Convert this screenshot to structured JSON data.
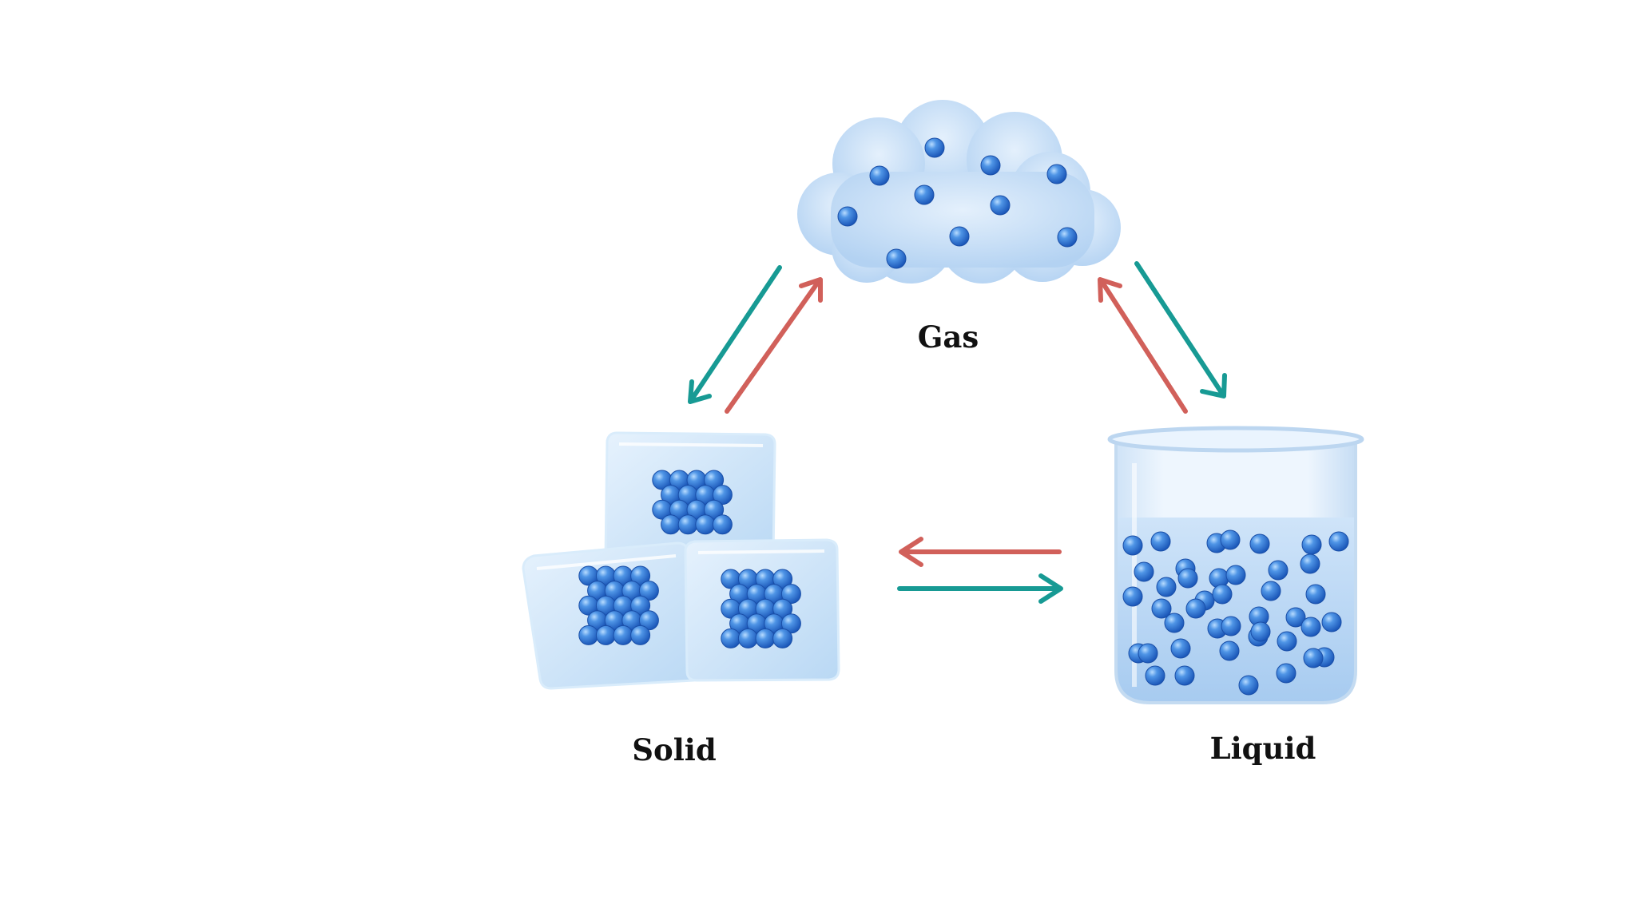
{
  "states": {
    "gas": {
      "label": "Gas"
    },
    "solid": {
      "label": "Solid"
    },
    "liquid": {
      "label": "Liquid"
    }
  },
  "colors": {
    "particle": "#3f86dd",
    "particle_dark": "#1d5cbf",
    "particle_light": "#a8d0ff",
    "cloud": "#c7def6",
    "ice": "#d3e6f8",
    "liquid": "#b6d6f6",
    "arrow_red": "#d1605a",
    "arrow_teal": "#179a94"
  }
}
